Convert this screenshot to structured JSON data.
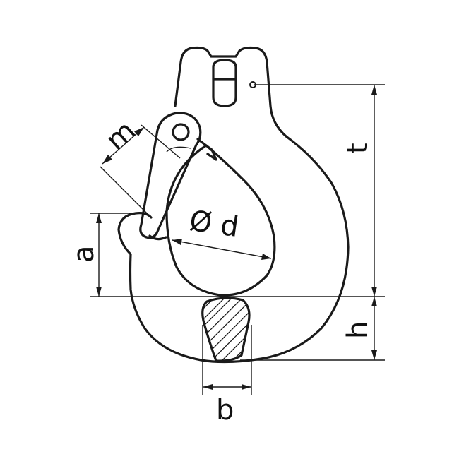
{
  "diagram": {
    "dimension_labels": {
      "m": "m",
      "d": "Ø d",
      "a": "a",
      "t": "t",
      "h": "h",
      "b": "b"
    },
    "colors": {
      "line": "#1a1a1a",
      "background": "#ffffff"
    }
  }
}
